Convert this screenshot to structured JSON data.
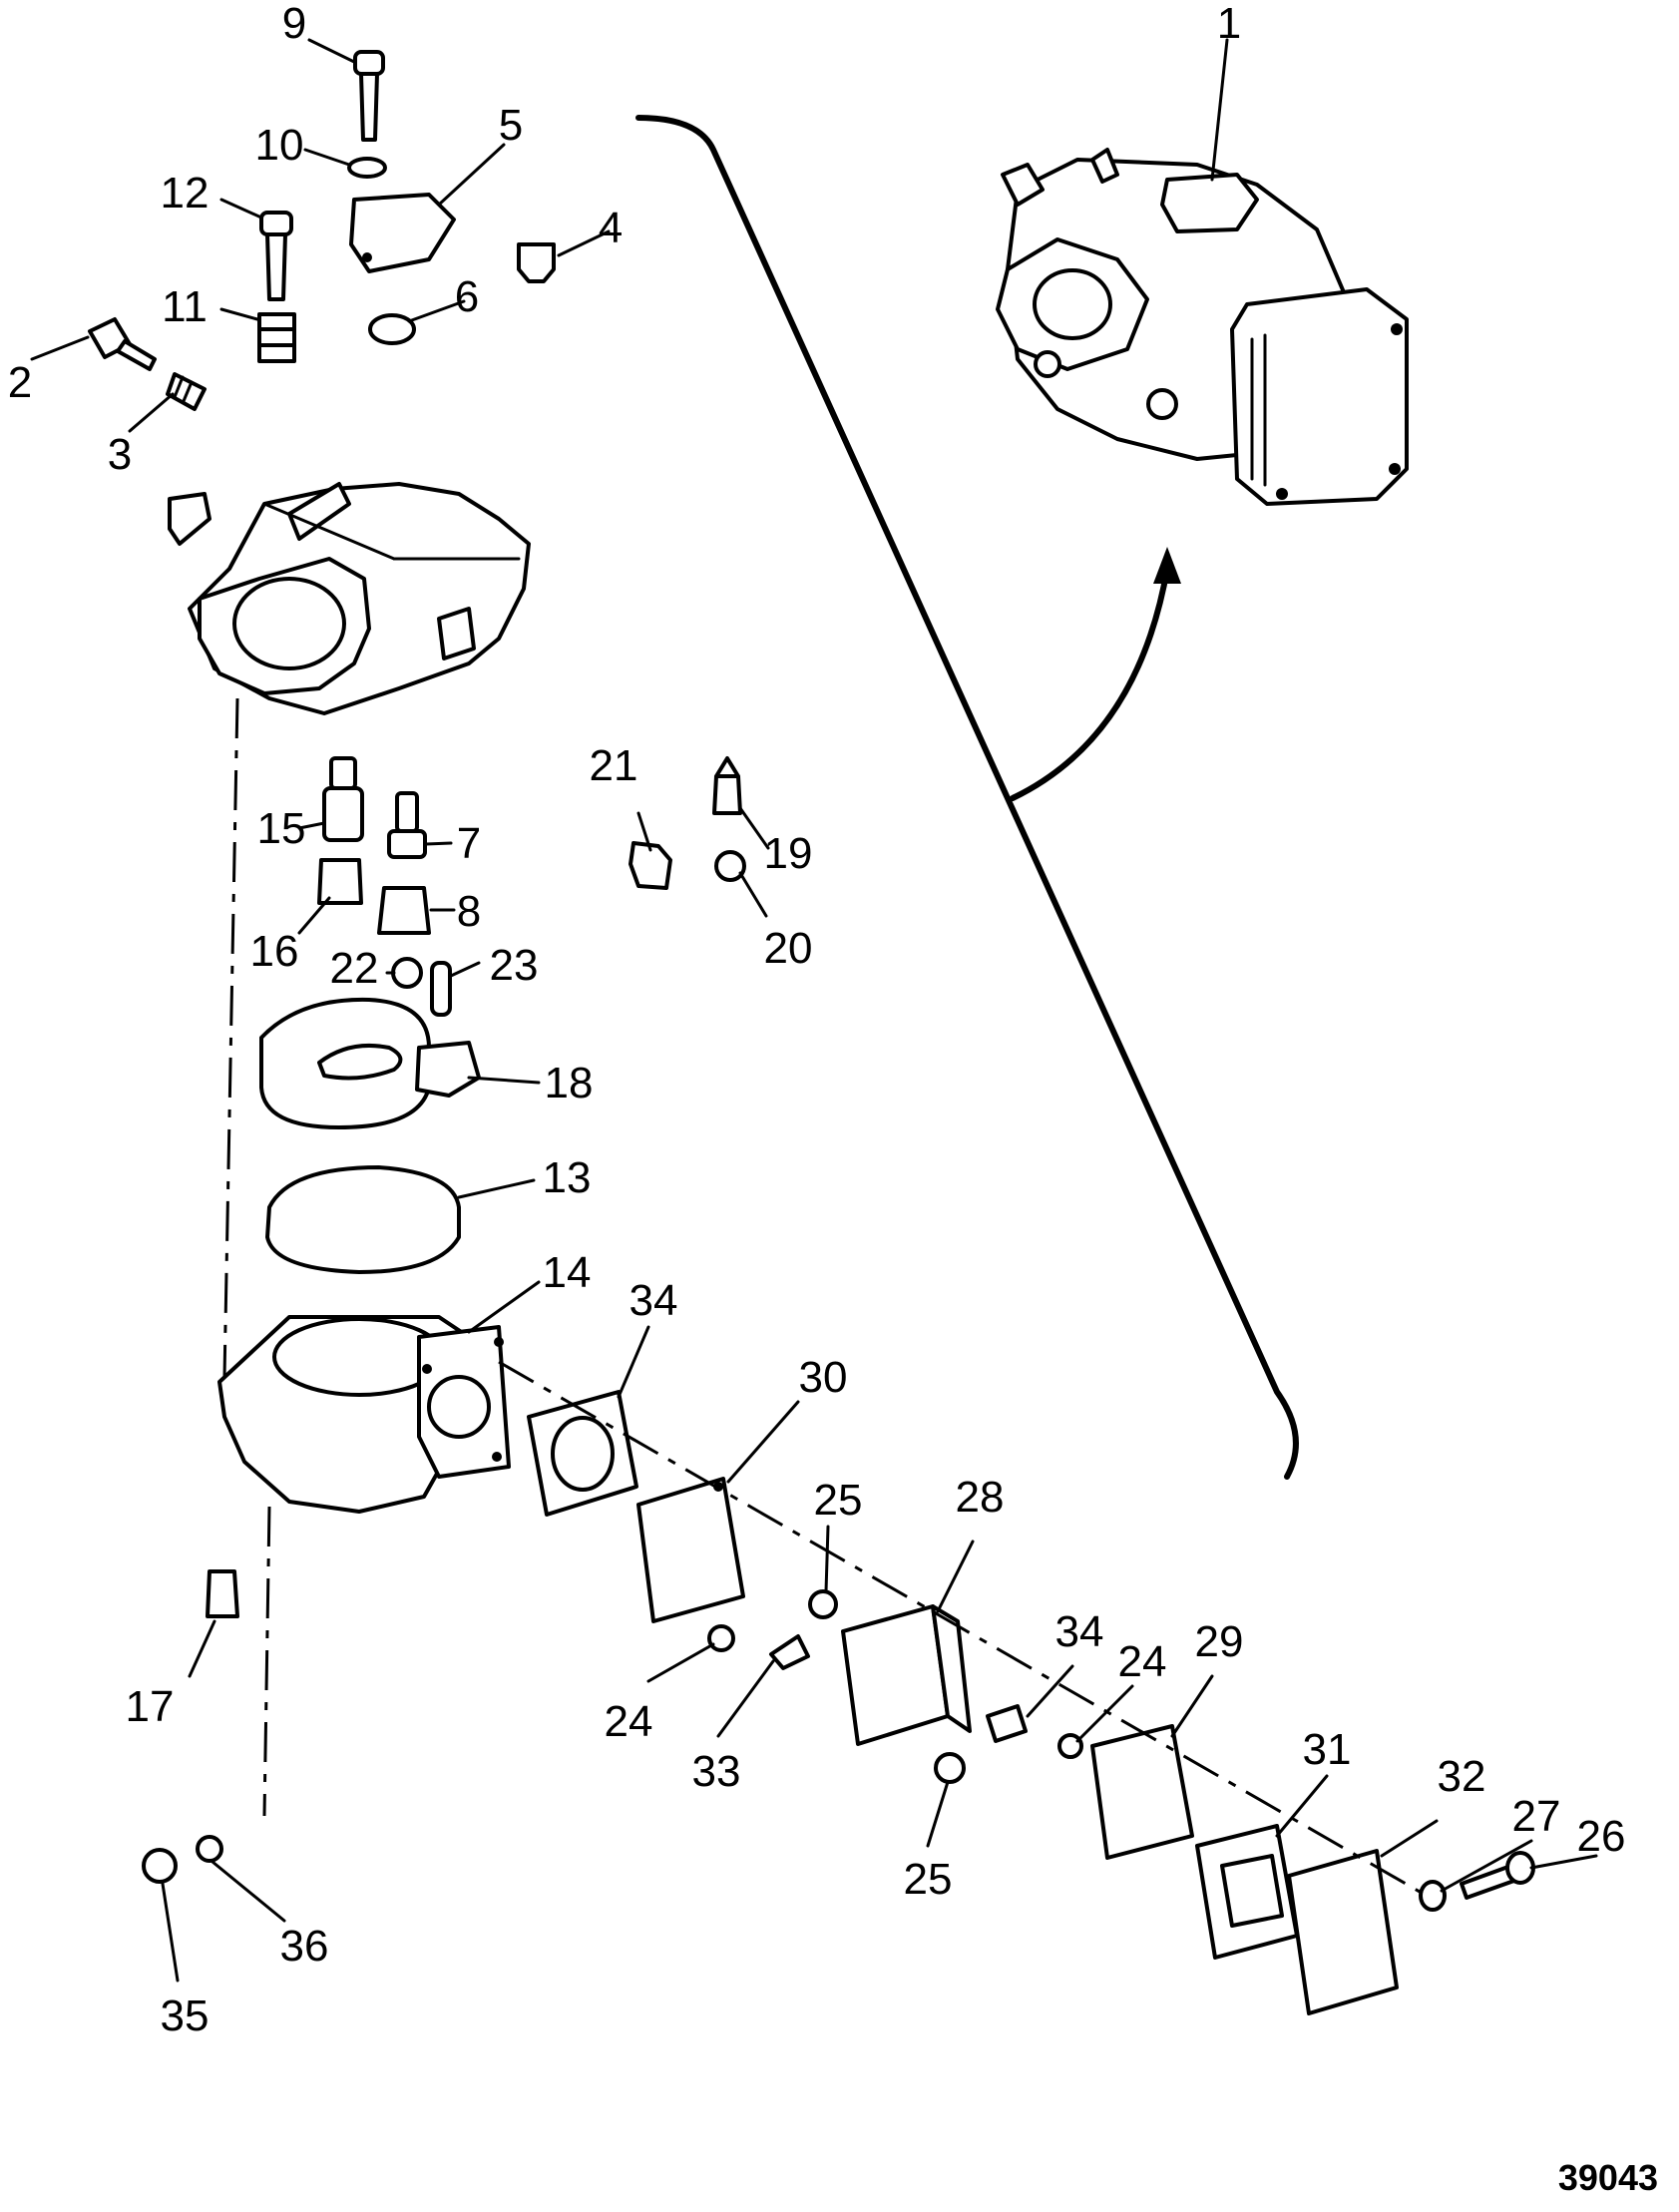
{
  "figure_number": "39043",
  "callouts": [
    "1",
    "2",
    "3",
    "4",
    "5",
    "6",
    "7",
    "8",
    "9",
    "10",
    "11",
    "12",
    "13",
    "14",
    "15",
    "16",
    "17",
    "18",
    "19",
    "20",
    "21",
    "22",
    "23",
    "24",
    "24",
    "25",
    "25",
    "26",
    "27",
    "28",
    "29",
    "30",
    "31",
    "32",
    "33",
    "34",
    "34",
    "35",
    "36"
  ],
  "colors": {
    "ink": "#000000",
    "paper": "#ffffff"
  }
}
